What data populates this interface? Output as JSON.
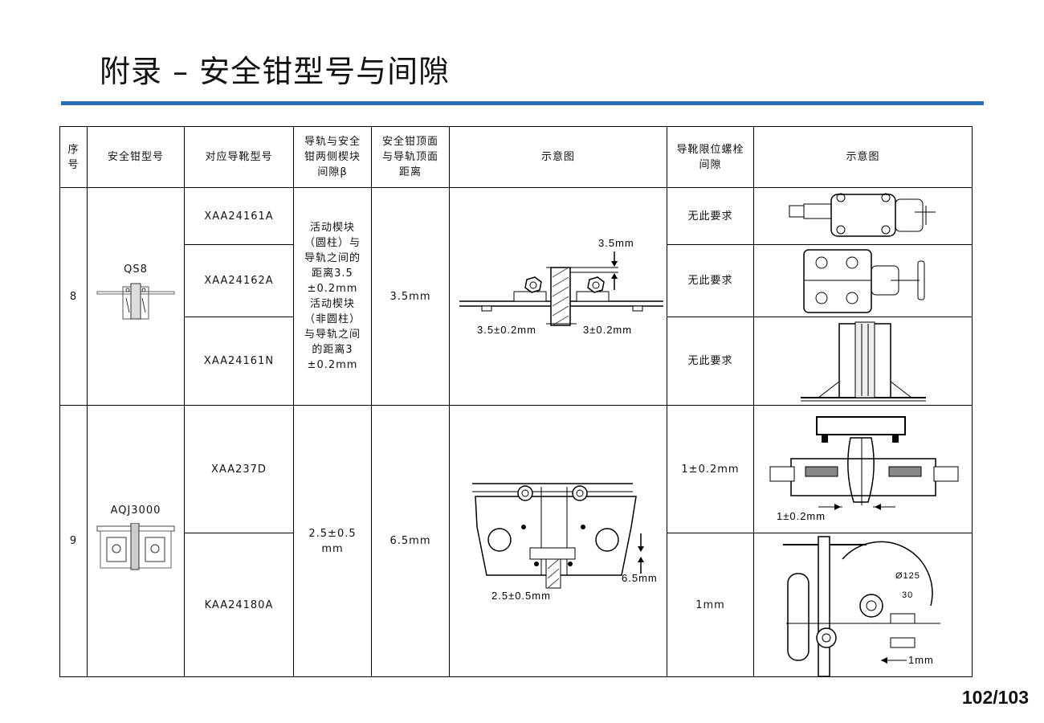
{
  "title": "附录 – 安全钳型号与间隙",
  "page_number": "102/103",
  "colors": {
    "rule": "#2a6db5"
  },
  "headers": {
    "seq": "序号",
    "gear_model": "安全钳型号",
    "shoe_model": "对应导靴型号",
    "wedge_gap": "导轨与安全钳两侧楔块间隙β",
    "top_distance": "安全钳顶面与导轨顶面距离",
    "diagram": "示意图",
    "bolt_gap": "导靴限位螺栓间隙",
    "diagram2": "示意图"
  },
  "rows": {
    "r8": {
      "seq": "8",
      "gear_model": "QS8",
      "shoes": [
        "XAA24161A",
        "XAA24162A",
        "XAA24161N"
      ],
      "wedge_gap": "活动楔块（圆柱）与导轨之间的距离3.5±0.2mm活动楔块（非圆柱）与导轨之间的距离3±0.2mm",
      "top_distance": "3.5mm",
      "bolt_gaps": [
        "无此要求",
        "无此要求",
        "无此要求"
      ],
      "diagram_labels": {
        "top": "3.5mm",
        "left": "3.5±0.2mm",
        "right": "3±0.2mm"
      }
    },
    "r9": {
      "seq": "9",
      "gear_model": "AQJ3000",
      "shoes": [
        "XAA237D",
        "KAA24180A"
      ],
      "wedge_gap": "2.5±0.5mm",
      "top_distance": "6.5mm",
      "bolt_gaps": [
        "1±0.2mm",
        "1mm"
      ],
      "diagram_labels": {
        "gap": "2.5±0.5mm",
        "height": "6.5mm"
      },
      "shoe_diagram_labels": {
        "a": "1±0.2mm",
        "b": "1mm",
        "dim1": "Ø125",
        "dim2": "30"
      }
    }
  }
}
